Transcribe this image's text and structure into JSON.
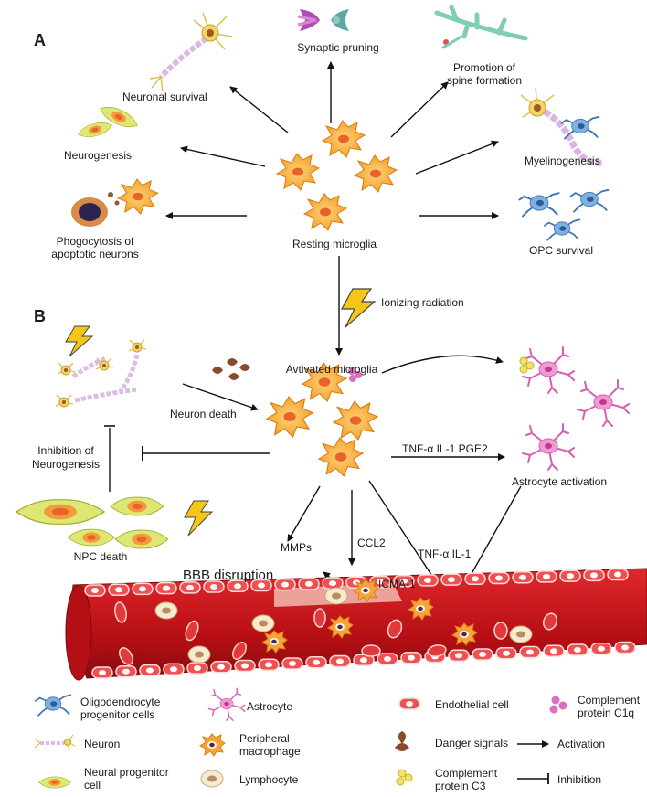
{
  "panels": {
    "a": "A",
    "b": "B"
  },
  "panel_a": {
    "center": "Resting microglia",
    "functions": {
      "synaptic_pruning": "Synaptic pruning",
      "spine_formation_1": "Promotion of",
      "spine_formation_2": "spine formation",
      "neuronal_survival": "Neuronal survival",
      "neurogenesis": "Neurogenesis",
      "myelinogenesis": "Myelinogenesis",
      "phagocytosis_1": "Phogocytosis of",
      "phagocytosis_2": "apoptotic neurons",
      "opc_survival": "OPC survival"
    }
  },
  "panel_b": {
    "trigger": "Ionizing radiation",
    "activated": "Avtivated microglia",
    "neuron_death": "Neuron death",
    "inhibition_1": "Inhibition of",
    "inhibition_2": "Neurogenesis",
    "npc_death": "NPC death",
    "astro_path": "TNF-α  IL-1  PGE2",
    "astro_activation": "Astrocyte activation",
    "mmps": "MMPs",
    "ccl2": "CCL2",
    "tnf_il1": "TNF-α  IL-1",
    "icma": "ICMA-1",
    "bbb": "BBB disruption"
  },
  "legend": {
    "opc_1": "Oligodendrocyte",
    "opc_2": "progenitor cells",
    "astrocyte": "Astrocyte",
    "endothelial": "Endothelial cell",
    "c1q_1": "Complement",
    "c1q_2": "protein C1q",
    "neuron": "Neuron",
    "macrophage_1": "Peripheral",
    "macrophage_2": "macrophage",
    "danger": "Danger signals",
    "activation": "Activation",
    "npc_1": "Neural progenitor",
    "npc_2": "cell",
    "lymphocyte": "Lymphocyte",
    "c3_1": "Complement",
    "c3_2": "protein C3",
    "inhibition": "Inhibition"
  },
  "colors": {
    "microglia": "#f5a623",
    "microglia_nucleus": "#e8622a",
    "vessel": "#c8161b",
    "endothelial": "#e23b3b",
    "astrocyte": "#e27ac0",
    "npc": "#d9e36a",
    "opc": "#4a86c5",
    "lymphocyte": "#f5e6c4",
    "c1q": "#d86fc0",
    "c3": "#f0e36a"
  }
}
